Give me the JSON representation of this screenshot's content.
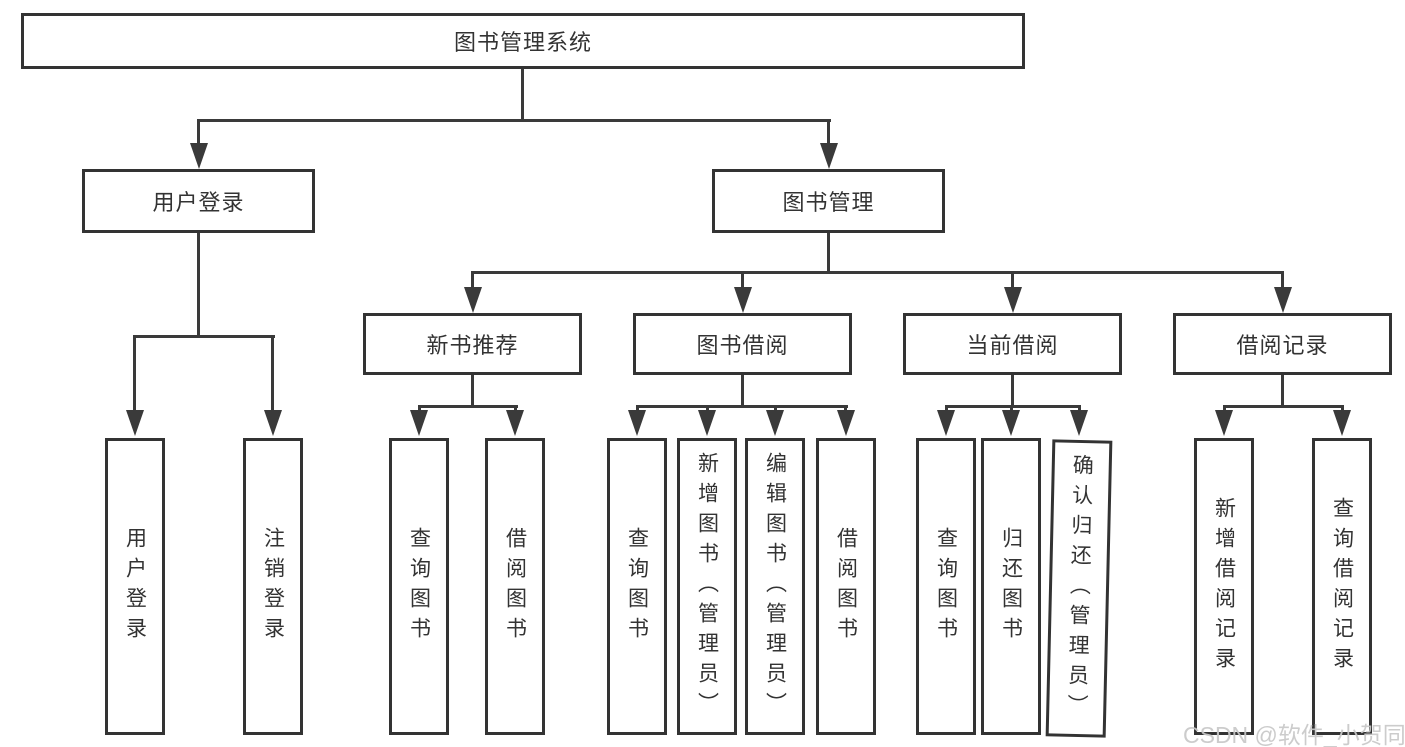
{
  "diagram": {
    "type": "hierarchy-tree",
    "colors": {
      "line": "#3a3a3a",
      "border": "#333333",
      "text": "#333333",
      "background": "#ffffff",
      "watermark": "#c8c8c8"
    },
    "tree": {
      "label": "图书管理系统",
      "children": [
        {
          "label": "用户登录",
          "children": [
            {
              "label": "用户登录"
            },
            {
              "label": "注销登录"
            }
          ]
        },
        {
          "label": "图书管理",
          "children": [
            {
              "label": "新书推荐",
              "children": [
                {
                  "label": "查询图书"
                },
                {
                  "label": "借阅图书"
                }
              ]
            },
            {
              "label": "图书借阅",
              "children": [
                {
                  "label": "查询图书"
                },
                {
                  "label": "新增图书（管理员）"
                },
                {
                  "label": "编辑图书（管理员）"
                },
                {
                  "label": "借阅图书"
                }
              ]
            },
            {
              "label": "当前借阅",
              "children": [
                {
                  "label": "查询图书"
                },
                {
                  "label": "归还图书"
                },
                {
                  "label": "确认归还（管理员）"
                }
              ]
            },
            {
              "label": "借阅记录",
              "children": [
                {
                  "label": "新增借阅记录"
                },
                {
                  "label": "查询借阅记录"
                }
              ]
            }
          ]
        }
      ]
    },
    "watermark": {
      "text": "CSDN @软件_小贺同学"
    }
  }
}
